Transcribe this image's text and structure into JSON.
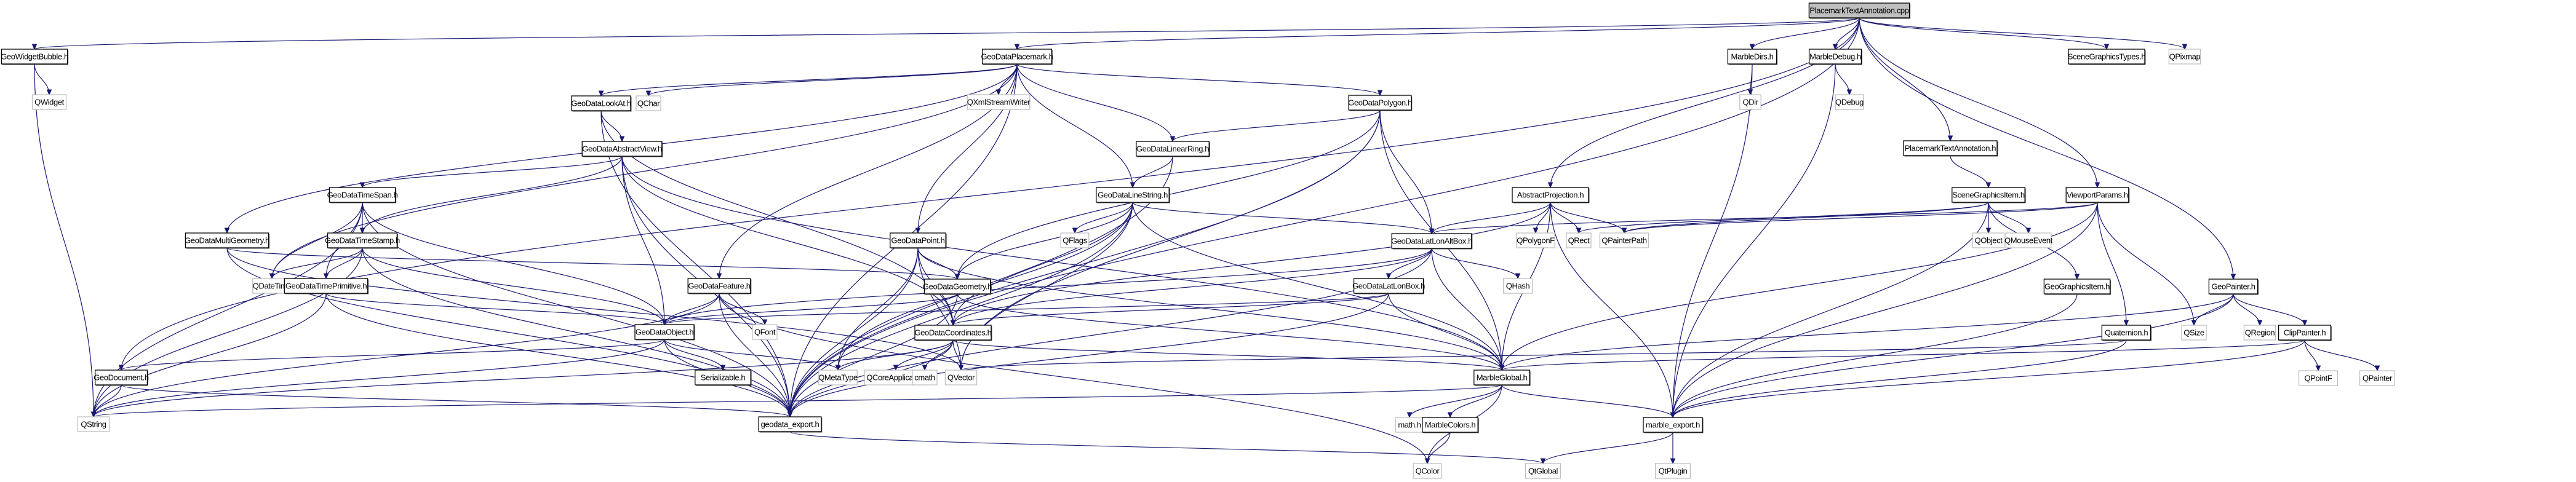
{
  "title": "PlacemarkTextAnnotation.cpp include dependency graph",
  "colors": {
    "edge": "#191970",
    "root_fill": "#bfbfbf",
    "doc_border": "#000000",
    "ext_border": "#bfbfbf"
  },
  "nodes": [
    {
      "id": "root",
      "label": "PlacemarkTextAnnotation.cpp",
      "kind": "root"
    },
    {
      "id": "GeoWidgetBubble",
      "label": "GeoWidgetBubble.h",
      "kind": "doc"
    },
    {
      "id": "QWidget",
      "label": "QWidget",
      "kind": "ext"
    },
    {
      "id": "GeoDataPlacemark",
      "label": "GeoDataPlacemark.h",
      "kind": "doc"
    },
    {
      "id": "GeoDataLookAt",
      "label": "GeoDataLookAt.h",
      "kind": "doc"
    },
    {
      "id": "QChar",
      "label": "QChar",
      "kind": "ext"
    },
    {
      "id": "QXmlStreamWriter",
      "label": "QXmlStreamWriter",
      "kind": "ext"
    },
    {
      "id": "GeoDataPolygon",
      "label": "GeoDataPolygon.h",
      "kind": "doc"
    },
    {
      "id": "GeoDataAbstractView",
      "label": "GeoDataAbstractView.h",
      "kind": "doc"
    },
    {
      "id": "GeoDataLinearRing",
      "label": "GeoDataLinearRing.h",
      "kind": "doc"
    },
    {
      "id": "GeoDataLineString",
      "label": "GeoDataLineString.h",
      "kind": "doc"
    },
    {
      "id": "QFlags",
      "label": "QFlags",
      "kind": "ext"
    },
    {
      "id": "GeoDataTimeSpan",
      "label": "GeoDataTimeSpan.h",
      "kind": "doc"
    },
    {
      "id": "GeoDataMultiGeometry",
      "label": "GeoDataMultiGeometry.h",
      "kind": "doc"
    },
    {
      "id": "GeoDataTimeStamp",
      "label": "GeoDataTimeStamp.h",
      "kind": "doc"
    },
    {
      "id": "QDateTime",
      "label": "QDateTime",
      "kind": "ext"
    },
    {
      "id": "GeoDataTimePrimitive",
      "label": "GeoDataTimePrimitive.h",
      "kind": "doc"
    },
    {
      "id": "GeoDataPoint",
      "label": "GeoDataPoint.h",
      "kind": "doc"
    },
    {
      "id": "GeoDataGeometry",
      "label": "GeoDataGeometry.h",
      "kind": "doc"
    },
    {
      "id": "GeoDataFeature",
      "label": "GeoDataFeature.h",
      "kind": "doc"
    },
    {
      "id": "QFont",
      "label": "QFont",
      "kind": "ext"
    },
    {
      "id": "GeoDataObject",
      "label": "GeoDataObject.h",
      "kind": "doc"
    },
    {
      "id": "GeoDataCoordinates",
      "label": "GeoDataCoordinates.h",
      "kind": "doc"
    },
    {
      "id": "GeoDocument",
      "label": "GeoDocument.h",
      "kind": "doc"
    },
    {
      "id": "Serializable",
      "label": "Serializable.h",
      "kind": "doc"
    },
    {
      "id": "QMetaType",
      "label": "QMetaType",
      "kind": "ext"
    },
    {
      "id": "QCoreApplication",
      "label": "QCoreApplication",
      "kind": "ext"
    },
    {
      "id": "cmath",
      "label": "cmath",
      "kind": "ext"
    },
    {
      "id": "QVector",
      "label": "QVector",
      "kind": "ext"
    },
    {
      "id": "QString",
      "label": "QString",
      "kind": "ext"
    },
    {
      "id": "geodata_export",
      "label": "geodata_export.h",
      "kind": "doc"
    },
    {
      "id": "GeoDataLatLonAltBox",
      "label": "GeoDataLatLonAltBox.h",
      "kind": "doc"
    },
    {
      "id": "QHash",
      "label": "QHash",
      "kind": "ext"
    },
    {
      "id": "GeoDataLatLonBox",
      "label": "GeoDataLatLonBox.h",
      "kind": "doc"
    },
    {
      "id": "MarbleGlobal",
      "label": "MarbleGlobal.h",
      "kind": "doc"
    },
    {
      "id": "mathh",
      "label": "math.h",
      "kind": "ext"
    },
    {
      "id": "MarbleColors",
      "label": "MarbleColors.h",
      "kind": "doc"
    },
    {
      "id": "QColor",
      "label": "QColor",
      "kind": "ext"
    },
    {
      "id": "QtGlobal",
      "label": "QtGlobal",
      "kind": "ext"
    },
    {
      "id": "MarbleDirs",
      "label": "MarbleDirs.h",
      "kind": "doc"
    },
    {
      "id": "QDir",
      "label": "QDir",
      "kind": "ext"
    },
    {
      "id": "MarbleDebug",
      "label": "MarbleDebug.h",
      "kind": "doc"
    },
    {
      "id": "QDebug",
      "label": "QDebug",
      "kind": "ext"
    },
    {
      "id": "PlacemarkTextAnnotationH",
      "label": "PlacemarkTextAnnotation.h",
      "kind": "doc"
    },
    {
      "id": "AbstractProjection",
      "label": "AbstractProjection.h",
      "kind": "doc"
    },
    {
      "id": "QPolygonF",
      "label": "QPolygonF",
      "kind": "ext"
    },
    {
      "id": "QRect",
      "label": "QRect",
      "kind": "ext"
    },
    {
      "id": "QPainterPath",
      "label": "QPainterPath",
      "kind": "ext"
    },
    {
      "id": "SceneGraphicsItem",
      "label": "SceneGraphicsItem.h",
      "kind": "doc"
    },
    {
      "id": "QObject",
      "label": "QObject",
      "kind": "ext"
    },
    {
      "id": "QMouseEvent",
      "label": "QMouseEvent",
      "kind": "ext"
    },
    {
      "id": "GeoGraphicsItem",
      "label": "GeoGraphicsItem.h",
      "kind": "doc"
    },
    {
      "id": "ViewportParams",
      "label": "ViewportParams.h",
      "kind": "doc"
    },
    {
      "id": "Quaternion",
      "label": "Quaternion.h",
      "kind": "doc"
    },
    {
      "id": "QSize",
      "label": "QSize",
      "kind": "ext"
    },
    {
      "id": "GeoPainter",
      "label": "GeoPainter.h",
      "kind": "doc"
    },
    {
      "id": "QRegion",
      "label": "QRegion",
      "kind": "ext"
    },
    {
      "id": "ClipPainter",
      "label": "ClipPainter.h",
      "kind": "doc"
    },
    {
      "id": "QPointF",
      "label": "QPointF",
      "kind": "ext"
    },
    {
      "id": "QPainter",
      "label": "QPainter",
      "kind": "ext"
    },
    {
      "id": "marble_export",
      "label": "marble_export.h",
      "kind": "doc"
    },
    {
      "id": "QtPlugin",
      "label": "QtPlugin",
      "kind": "ext"
    },
    {
      "id": "SceneGraphicsTypes",
      "label": "SceneGraphicsTypes.h",
      "kind": "doc"
    },
    {
      "id": "QPixmap",
      "label": "QPixmap",
      "kind": "ext"
    }
  ],
  "edges": [
    [
      "root",
      "GeoWidgetBubble"
    ],
    [
      "root",
      "GeoDataPlacemark"
    ],
    [
      "root",
      "GeoDocument"
    ],
    [
      "root",
      "MarbleDirs"
    ],
    [
      "root",
      "MarbleDebug"
    ],
    [
      "root",
      "PlacemarkTextAnnotationH"
    ],
    [
      "root",
      "AbstractProjection"
    ],
    [
      "root",
      "ViewportParams"
    ],
    [
      "root",
      "GeoPainter"
    ],
    [
      "root",
      "SceneGraphicsTypes"
    ],
    [
      "root",
      "QPixmap"
    ],
    [
      "root",
      "geodata_export"
    ],
    [
      "GeoWidgetBubble",
      "QWidget"
    ],
    [
      "GeoWidgetBubble",
      "QString"
    ],
    [
      "GeoDataPlacemark",
      "GeoDataLookAt"
    ],
    [
      "GeoDataPlacemark",
      "QChar"
    ],
    [
      "GeoDataPlacemark",
      "QXmlStreamWriter"
    ],
    [
      "GeoDataPlacemark",
      "GeoDataPolygon"
    ],
    [
      "GeoDataPlacemark",
      "GeoDataMultiGeometry"
    ],
    [
      "GeoDataPlacemark",
      "GeoDataFeature"
    ],
    [
      "GeoDataPlacemark",
      "GeoDataPoint"
    ],
    [
      "GeoDataPlacemark",
      "GeoDataLinearRing"
    ],
    [
      "GeoDataPlacemark",
      "GeoDataLineString"
    ],
    [
      "GeoDataPlacemark",
      "QDateTime"
    ],
    [
      "GeoDataPlacemark",
      "geodata_export"
    ],
    [
      "GeoDataLookAt",
      "GeoDataAbstractView"
    ],
    [
      "GeoDataLookAt",
      "GeoDataCoordinates"
    ],
    [
      "GeoDataLookAt",
      "geodata_export"
    ],
    [
      "GeoDataAbstractView",
      "GeoDataTimeSpan"
    ],
    [
      "GeoDataAbstractView",
      "GeoDataTimeStamp"
    ],
    [
      "GeoDataAbstractView",
      "GeoDataObject"
    ],
    [
      "GeoDataAbstractView",
      "MarbleGlobal"
    ],
    [
      "GeoDataAbstractView",
      "GeoDataCoordinates"
    ],
    [
      "GeoDataAbstractView",
      "geodata_export"
    ],
    [
      "GeoDataPolygon",
      "GeoDataLinearRing"
    ],
    [
      "GeoDataPolygon",
      "GeoDataLatLonAltBox"
    ],
    [
      "GeoDataPolygon",
      "GeoDataGeometry"
    ],
    [
      "GeoDataPolygon",
      "MarbleGlobal"
    ],
    [
      "GeoDataPolygon",
      "QVector"
    ],
    [
      "GeoDataPolygon",
      "geodata_export"
    ],
    [
      "GeoDataLinearRing",
      "GeoDataLineString"
    ],
    [
      "GeoDataLinearRing",
      "geodata_export"
    ],
    [
      "GeoDataLineString",
      "QFlags"
    ],
    [
      "GeoDataLineString",
      "GeoDataLatLonAltBox"
    ],
    [
      "GeoDataLineString",
      "GeoDataGeometry"
    ],
    [
      "GeoDataLineString",
      "GeoDataCoordinates"
    ],
    [
      "GeoDataLineString",
      "MarbleGlobal"
    ],
    [
      "GeoDataLineString",
      "QVector"
    ],
    [
      "GeoDataLineString",
      "geodata_export"
    ],
    [
      "GeoDataLineString",
      "QMetaType"
    ],
    [
      "GeoDataTimeSpan",
      "GeoDataTimeStamp"
    ],
    [
      "GeoDataTimeSpan",
      "GeoDataTimePrimitive"
    ],
    [
      "GeoDataTimeSpan",
      "QDateTime"
    ],
    [
      "GeoDataTimeSpan",
      "GeoDataObject"
    ],
    [
      "GeoDataTimeSpan",
      "geodata_export"
    ],
    [
      "GeoDataTimeSpan",
      "QString"
    ],
    [
      "GeoDataMultiGeometry",
      "GeoDataGeometry"
    ],
    [
      "GeoDataMultiGeometry",
      "geodata_export"
    ],
    [
      "GeoDataMultiGeometry",
      "QVector"
    ],
    [
      "GeoDataTimeStamp",
      "GeoDataTimePrimitive"
    ],
    [
      "GeoDataTimeStamp",
      "QDateTime"
    ],
    [
      "GeoDataTimeStamp",
      "GeoDataObject"
    ],
    [
      "GeoDataTimeStamp",
      "geodata_export"
    ],
    [
      "GeoDataTimeStamp",
      "QString"
    ],
    [
      "GeoDataTimePrimitive",
      "GeoDataObject"
    ],
    [
      "GeoDataTimePrimitive",
      "geodata_export"
    ],
    [
      "GeoDataTimePrimitive",
      "QString"
    ],
    [
      "GeoDataPoint",
      "GeoDataGeometry"
    ],
    [
      "GeoDataPoint",
      "GeoDataCoordinates"
    ],
    [
      "GeoDataPoint",
      "QMetaType"
    ],
    [
      "GeoDataPoint",
      "QVector"
    ],
    [
      "GeoDataPoint",
      "geodata_export"
    ],
    [
      "GeoDataPoint",
      "MarbleGlobal"
    ],
    [
      "GeoDataGeometry",
      "GeoDataObject"
    ],
    [
      "GeoDataGeometry",
      "MarbleGlobal"
    ],
    [
      "GeoDataGeometry",
      "geodata_export"
    ],
    [
      "GeoDataFeature",
      "GeoDataObject"
    ],
    [
      "GeoDataFeature",
      "QFont"
    ],
    [
      "GeoDataFeature",
      "QColor"
    ],
    [
      "GeoDataFeature",
      "geodata_export"
    ],
    [
      "GeoDataFeature",
      "QString"
    ],
    [
      "GeoDataObject",
      "GeoDocument"
    ],
    [
      "GeoDataObject",
      "Serializable"
    ],
    [
      "GeoDataObject",
      "geodata_export"
    ],
    [
      "GeoDataObject",
      "QMetaType"
    ],
    [
      "GeoDataObject",
      "QString"
    ],
    [
      "GeoDataCoordinates",
      "QMetaType"
    ],
    [
      "GeoDataCoordinates",
      "QCoreApplication"
    ],
    [
      "GeoDataCoordinates",
      "cmath"
    ],
    [
      "GeoDataCoordinates",
      "QVector"
    ],
    [
      "GeoDataCoordinates",
      "MarbleGlobal"
    ],
    [
      "GeoDataCoordinates",
      "geodata_export"
    ],
    [
      "GeoDataCoordinates",
      "QString"
    ],
    [
      "GeoDocument",
      "QString"
    ],
    [
      "GeoDocument",
      "geodata_export"
    ],
    [
      "geodata_export",
      "QtGlobal"
    ],
    [
      "GeoDataLatLonAltBox",
      "GeoDataLatLonBox"
    ],
    [
      "GeoDataLatLonAltBox",
      "QHash"
    ],
    [
      "GeoDataLatLonAltBox",
      "GeoDataCoordinates"
    ],
    [
      "GeoDataLatLonAltBox",
      "MarbleGlobal"
    ],
    [
      "GeoDataLatLonAltBox",
      "geodata_export"
    ],
    [
      "GeoDataLatLonAltBox",
      "GeoDataObject"
    ],
    [
      "GeoDataLatLonBox",
      "GeoDataObject"
    ],
    [
      "GeoDataLatLonBox",
      "GeoDataCoordinates"
    ],
    [
      "GeoDataLatLonBox",
      "MarbleGlobal"
    ],
    [
      "GeoDataLatLonBox",
      "geodata_export"
    ],
    [
      "MarbleGlobal",
      "mathh"
    ],
    [
      "MarbleGlobal",
      "MarbleColors"
    ],
    [
      "MarbleGlobal",
      "QColor"
    ],
    [
      "MarbleGlobal",
      "marble_export"
    ],
    [
      "MarbleGlobal",
      "QString"
    ],
    [
      "MarbleColors",
      "QColor"
    ],
    [
      "MarbleDirs",
      "QDir"
    ],
    [
      "MarbleDirs",
      "marble_export"
    ],
    [
      "MarbleDebug",
      "QDebug"
    ],
    [
      "MarbleDebug",
      "marble_export"
    ],
    [
      "PlacemarkTextAnnotationH",
      "SceneGraphicsItem"
    ],
    [
      "AbstractProjection",
      "GeoDataLatLonAltBox"
    ],
    [
      "AbstractProjection",
      "QPolygonF"
    ],
    [
      "AbstractProjection",
      "QRect"
    ],
    [
      "AbstractProjection",
      "QPainterPath"
    ],
    [
      "AbstractProjection",
      "MarbleGlobal"
    ],
    [
      "AbstractProjection",
      "marble_export"
    ],
    [
      "AbstractProjection",
      "GeoDataCoordinates"
    ],
    [
      "SceneGraphicsItem",
      "QPainterPath"
    ],
    [
      "SceneGraphicsItem",
      "QObject"
    ],
    [
      "SceneGraphicsItem",
      "QMouseEvent"
    ],
    [
      "SceneGraphicsItem",
      "GeoGraphicsItem"
    ],
    [
      "SceneGraphicsItem",
      "QRect"
    ],
    [
      "SceneGraphicsItem",
      "marble_export"
    ],
    [
      "GeoGraphicsItem",
      "marble_export"
    ],
    [
      "ViewportParams",
      "GeoDataLatLonAltBox"
    ],
    [
      "ViewportParams",
      "QPainterPath"
    ],
    [
      "ViewportParams",
      "Quaternion"
    ],
    [
      "ViewportParams",
      "QSize"
    ],
    [
      "ViewportParams",
      "MarbleGlobal"
    ],
    [
      "ViewportParams",
      "marble_export"
    ],
    [
      "Quaternion",
      "QVector"
    ],
    [
      "Quaternion",
      "marble_export"
    ],
    [
      "GeoPainter",
      "QSize"
    ],
    [
      "GeoPainter",
      "QRegion"
    ],
    [
      "GeoPainter",
      "ClipPainter"
    ],
    [
      "GeoPainter",
      "MarbleGlobal"
    ],
    [
      "GeoPainter",
      "marble_export"
    ],
    [
      "ClipPainter",
      "QPointF"
    ],
    [
      "ClipPainter",
      "QPainter"
    ],
    [
      "ClipPainter",
      "MarbleGlobal"
    ],
    [
      "ClipPainter",
      "marble_export"
    ],
    [
      "marble_export",
      "QtGlobal"
    ],
    [
      "marble_export",
      "QtPlugin"
    ]
  ]
}
